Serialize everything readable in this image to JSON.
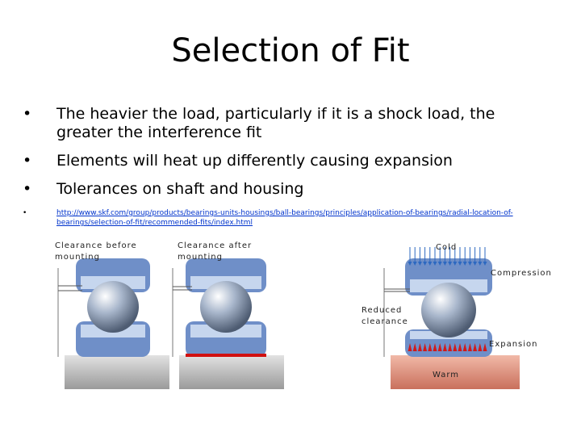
{
  "slide": {
    "title": "Selection of Fit",
    "bullets": [
      "The heavier the load, particularly if it is a shock load, the greater the interference fit",
      "Elements will heat up differently causing expansion",
      "Tolerances on shaft and housing"
    ],
    "link": "http://www.skf.com/group/products/bearings-units-housings/ball-bearings/principles/application-of-bearings/radial-location-of-bearings/selection-of-fit/recommended-fits/index.html"
  },
  "diagram": {
    "labels": {
      "before_line1": "Clearance before",
      "before_line2": "mounting",
      "after_line1": "Clearance after",
      "after_line2": "mounting",
      "cold": "Cold",
      "compression": "Compression",
      "reduced_line1": "Reduced",
      "reduced_line2": "clearance",
      "expansion": "Expansion",
      "warm": "Warm"
    },
    "colors": {
      "ring_blue": "#6f8fc8",
      "ring_light": "#c6d6ee",
      "shaft": "#b9b9b9",
      "hot_shaft": "#d98a78",
      "interference_red": "#d01010",
      "cold_arrow": "#2c68c0",
      "hot_arrow": "#d01a1a"
    }
  }
}
